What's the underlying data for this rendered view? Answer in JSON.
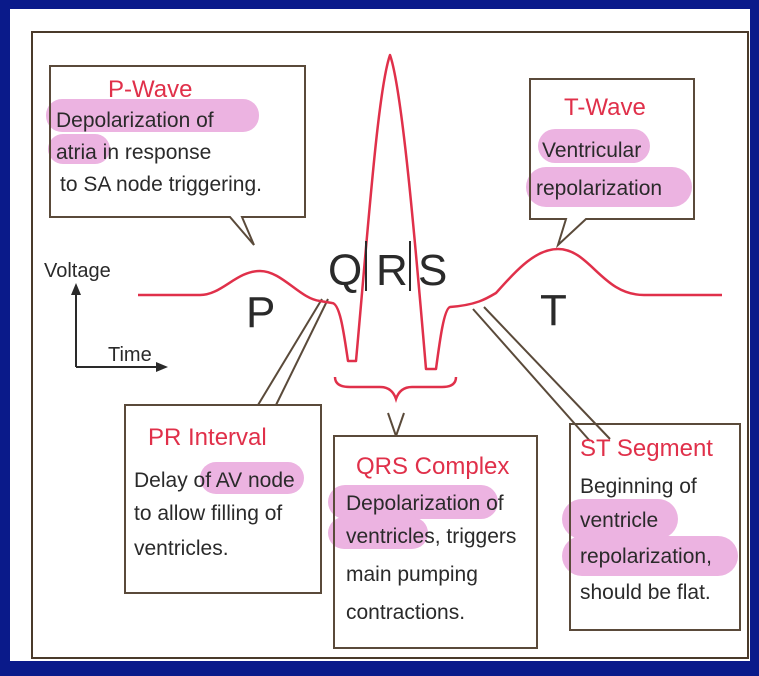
{
  "axes": {
    "y_label": "Voltage",
    "x_label": "Time"
  },
  "wave_letters": {
    "p": "P",
    "q": "Q",
    "r": "R",
    "s": "S",
    "t": "T"
  },
  "callouts": {
    "p_wave": {
      "title": "P-Wave",
      "lines": [
        "Depolarization of",
        "atria in response",
        "to SA node triggering."
      ]
    },
    "t_wave": {
      "title": "T-Wave",
      "lines": [
        "Ventricular",
        "repolarization"
      ]
    },
    "pr_interval": {
      "title": "PR  Interval",
      "lines": [
        "Delay of AV node",
        "to allow filling of",
        "ventricles."
      ]
    },
    "qrs_complex": {
      "title": "QRS Complex",
      "lines": [
        "Depolarization of",
        "ventricles, triggers",
        "main pumping",
        "contractions."
      ]
    },
    "st_segment": {
      "title": "ST Segment",
      "lines": [
        "Beginning of",
        "ventricle",
        "repolarization,",
        "should be flat."
      ]
    }
  },
  "colors": {
    "background": "#0a1a8a",
    "waveform": "#e0304a",
    "title_text": "#e0304a",
    "highlight": "#e9a6dc",
    "box_border": "#5a4a3a"
  }
}
